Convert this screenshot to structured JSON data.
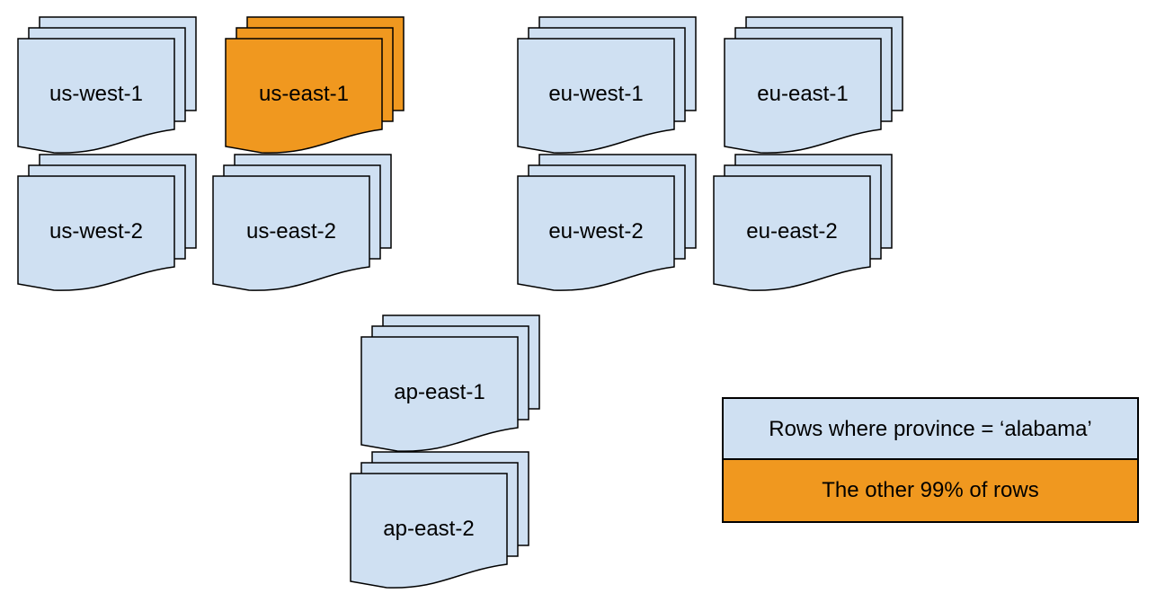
{
  "diagram": {
    "colors": {
      "region_fill": "#cfe0f2",
      "highlight_fill": "#f0981f",
      "stroke": "#000000",
      "background": "#ffffff",
      "text": "#000000"
    },
    "stacks": [
      {
        "label": "us-west-1",
        "highlighted": false
      },
      {
        "label": "us-east-1",
        "highlighted": true
      },
      {
        "label": "eu-west-1",
        "highlighted": false
      },
      {
        "label": "eu-east-1",
        "highlighted": false
      },
      {
        "label": "us-west-2",
        "highlighted": false
      },
      {
        "label": "us-east-2",
        "highlighted": false
      },
      {
        "label": "eu-west-2",
        "highlighted": false
      },
      {
        "label": "eu-east-2",
        "highlighted": false
      },
      {
        "label": "ap-east-1",
        "highlighted": false
      },
      {
        "label": "ap-east-2",
        "highlighted": false
      }
    ],
    "legend": {
      "items": [
        {
          "label": "Rows where province = ‘alabama’",
          "color": "#cfe0f2"
        },
        {
          "label": "The other 99% of rows",
          "color": "#f0981f"
        }
      ]
    }
  }
}
